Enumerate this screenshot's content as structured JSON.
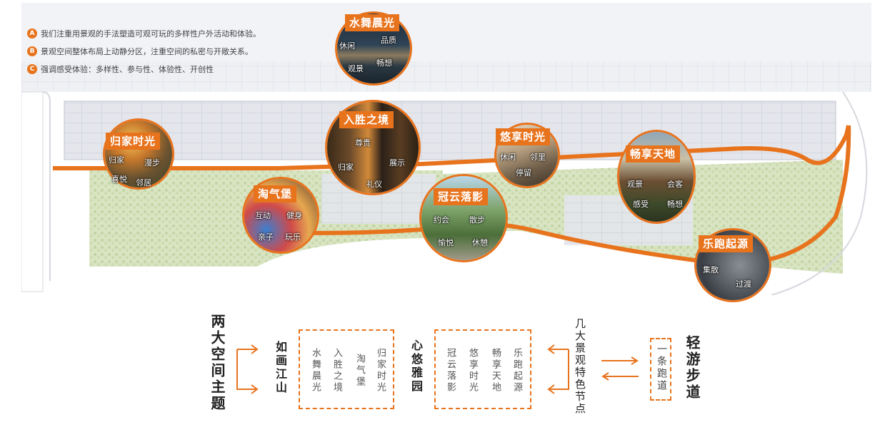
{
  "intro": [
    {
      "letter": "A",
      "text": "我们注重用景观的手法塑造可观可玩的多样性户外活动和体验。"
    },
    {
      "letter": "B",
      "text": "景观空间整体布局上动静分区，注重空间的私密与开敞关系。"
    },
    {
      "letter": "C",
      "text": "强调感受体验：多样性、参与性、体验性、开创性"
    }
  ],
  "nodes": [
    {
      "title": "水舞晨光",
      "keywords": [
        "休闲",
        "品质",
        "观景",
        "畅想"
      ]
    },
    {
      "title": "归家时光",
      "keywords": [
        "归家",
        "漫步",
        "喜悦",
        "邻居"
      ]
    },
    {
      "title": "入胜之境",
      "keywords": [
        "尊贵",
        "归家",
        "展示",
        "礼仪"
      ]
    },
    {
      "title": "悠享时光",
      "keywords": [
        "休闲",
        "邻里",
        "停留"
      ]
    },
    {
      "title": "畅享天地",
      "keywords": [
        "观景",
        "会客",
        "感受",
        "畅想"
      ]
    },
    {
      "title": "淘气堡",
      "keywords": [
        "互动",
        "健身",
        "亲子",
        "玩乐"
      ]
    },
    {
      "title": "冠云落影",
      "keywords": [
        "约会",
        "散步",
        "愉悦",
        "休憩"
      ]
    },
    {
      "title": "乐跑起源",
      "keywords": [
        "集散",
        "过渡"
      ]
    }
  ],
  "structure": {
    "main_theme": "两大空间主题",
    "theme_a": "如画江山",
    "theme_a_items": [
      "归家时光",
      "淘气堡",
      "入胜之境",
      "水舞晨光"
    ],
    "theme_b": "心悠雅园",
    "theme_b_items": [
      "乐跑起源",
      "畅享天地",
      "悠享时光",
      "冠云落影"
    ],
    "nodes_label": "几大景观特色节点",
    "track_item": "一条跑道",
    "track_label": "轻游步道"
  },
  "colors": {
    "accent": "#e8731d",
    "text": "#222222"
  }
}
